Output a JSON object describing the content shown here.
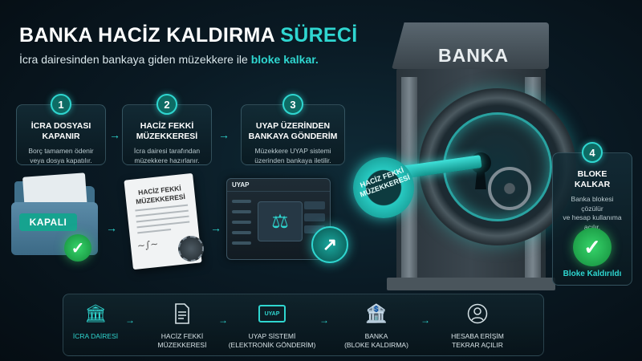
{
  "header": {
    "title_main": "BANKA HACİZ KALDIRMA",
    "title_accent": "SÜRECİ",
    "subtitle_main": "İcra dairesinden bankaya giden müzekkere ile",
    "subtitle_accent": "bloke kalkar."
  },
  "steps": [
    {
      "number": "1",
      "title_line1": "İCRA DOSYASI",
      "title_line2": "KAPANIR",
      "desc_line1": "Borç tamamen ödenir",
      "desc_line2": "veya dosya kapatılır."
    },
    {
      "number": "2",
      "title_line1": "HACİZ FEKKİ",
      "title_line2": "MÜZEKKERESİ",
      "desc_line1": "İcra dairesi tarafından",
      "desc_line2": "müzekkere hazırlanır."
    },
    {
      "number": "3",
      "title_line1": "UYAP ÜZERİNDEN",
      "title_line2": "BANKAYA GÖNDERİM",
      "desc_line1": "Müzekkere UYAP sistemi",
      "desc_line2": "üzerinden bankaya iletilir."
    },
    {
      "number": "4",
      "title_line1": "BLOKE KALKAR",
      "desc_line1": "Banka blokesi çözülür",
      "desc_line2": "ve hesap kullanıma",
      "desc_line3": "açılır."
    }
  ],
  "illustrations": {
    "folder_label": "KAPALI",
    "doc_title_line1": "HACİZ FEKKİ",
    "doc_title_line2": "MÜZEKKERESİ",
    "uyap_logo": "UYAP",
    "bank_label": "BANKA",
    "key_text_line1": "HACİZ FEKKİ",
    "key_text_line2": "MÜZEKKERESİ",
    "bloke_status": "Bloke Kaldırıldı"
  },
  "flow": [
    {
      "icon": "courthouse-icon",
      "line1": "İCRA DAİRESİ",
      "line2": ""
    },
    {
      "icon": "document-icon",
      "line1": "HACİZ FEKKİ",
      "line2": "MÜZEKKERESİ"
    },
    {
      "icon": "monitor-icon",
      "line1": "UYAP SİSTEMİ",
      "line2": "(ELEKTRONİK GÖNDERİM)",
      "badge": "UYAP"
    },
    {
      "icon": "bank-icon",
      "line1": "BANKA",
      "line2": "(BLOKE KALDIRMA)"
    },
    {
      "icon": "user-icon",
      "line1": "HESABA ERİŞİM",
      "line2": "TEKRAR AÇILIR"
    }
  ],
  "colors": {
    "accent": "#2fd6d0",
    "success": "#36d46a",
    "background": "#0a1a24"
  }
}
